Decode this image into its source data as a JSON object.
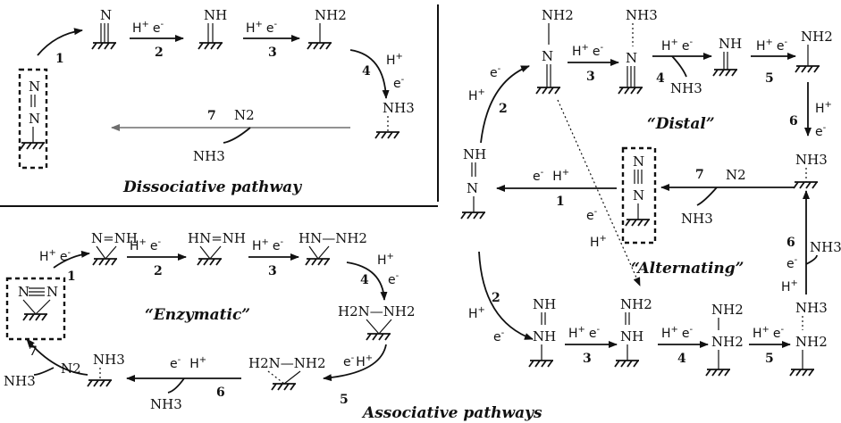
{
  "titles": {
    "dissociative": "Dissociative pathway",
    "associative": "Associative pathways",
    "distal": "“Distal”",
    "alternating": "“Alternating”",
    "enzymatic": "“Enzymatic”"
  },
  "species": {
    "n": "N",
    "nh": "NH",
    "nh2": "NH2",
    "nh3": "NH3",
    "n2": "N2",
    "nnh": "N=NH",
    "hnnh": "HN=NH",
    "hnnh2": "HN—NH2",
    "h2nnh2": "H2N—NH2"
  },
  "labels": {
    "h_plus": "H",
    "sup_plus": "+",
    "e_minus": "e",
    "sup_minus": "-"
  },
  "steps": {
    "s1": "1",
    "s2": "2",
    "s3": "3",
    "s4": "4",
    "s5": "5",
    "s6": "6",
    "s7": "7"
  },
  "colors": {
    "ink": "#111111",
    "gray_arrow": "#6e6e6e",
    "background": "#ffffff"
  },
  "icons": {
    "surface": "hatched-surface-icon",
    "bound_n2": "dashed-box-highlight"
  }
}
